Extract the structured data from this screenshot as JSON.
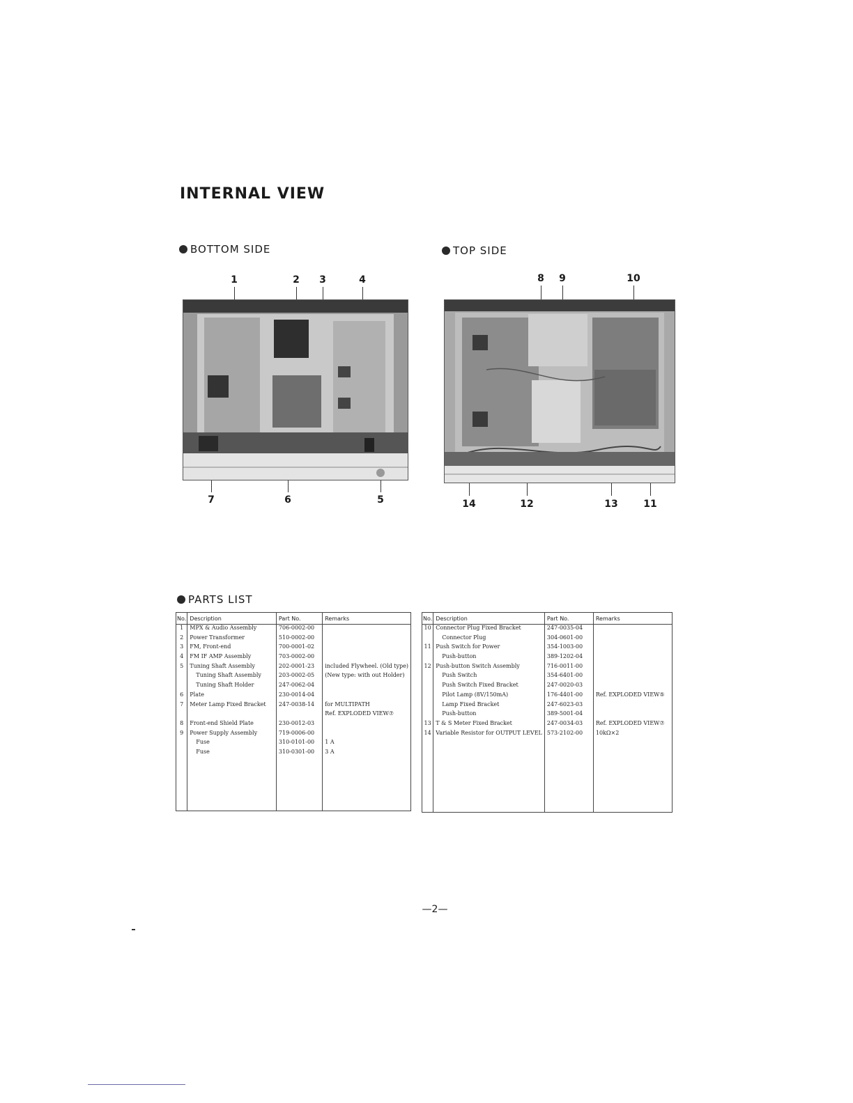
{
  "title": "INTERNAL VIEW",
  "bottom_side": {
    "heading": "BOTTOM SIDE",
    "callouts_top": [
      "1",
      "2",
      "3",
      "4"
    ],
    "callouts_bottom": [
      "7",
      "6",
      "5"
    ]
  },
  "top_side": {
    "heading": "TOP SIDE",
    "callouts_top": [
      "8",
      "9",
      "10"
    ],
    "callouts_bottom": [
      "14",
      "12",
      "13",
      "11"
    ]
  },
  "parts_list": {
    "heading": "PARTS LIST",
    "columns": [
      "No.",
      "Description",
      "Part No.",
      "Remarks"
    ],
    "left_rows": [
      {
        "no": "1",
        "desc": "MPX & Audio Assembly",
        "part": "706-0002-00",
        "remarks": ""
      },
      {
        "no": "2",
        "desc": "Power Transformer",
        "part": "510-0002-00",
        "remarks": ""
      },
      {
        "no": "3",
        "desc": "FM, Front-end",
        "part": "700-0001-02",
        "remarks": ""
      },
      {
        "no": "4",
        "desc": "FM IF AMP Assembly",
        "part": "703-0002-00",
        "remarks": ""
      },
      {
        "no": "5",
        "desc": "Tuning Shaft Assembly",
        "part": "202-0001-23",
        "remarks": "included Flywheel. (Old type)"
      },
      {
        "no": "",
        "desc": "Tuning Shaft Assembly",
        "part": "203-0002-05",
        "remarks": "(New type: with out Holder)"
      },
      {
        "no": "",
        "desc": "Tuning Shaft Holder",
        "part": "247-0062-04",
        "remarks": ""
      },
      {
        "no": "6",
        "desc": "Plate",
        "part": "230-0014-04",
        "remarks": ""
      },
      {
        "no": "7",
        "desc": "Meter Lamp Fixed Bracket",
        "part": "247-0038-14",
        "remarks": "for MULTIPATH"
      },
      {
        "no": "",
        "desc": "",
        "part": "",
        "remarks": "Ref. EXPLODED VIEW⑦"
      },
      {
        "no": "8",
        "desc": "Front-end Shield Plate",
        "part": "230-0012-03",
        "remarks": ""
      },
      {
        "no": "9",
        "desc": "Power Supply Assembly",
        "part": "719-0006-00",
        "remarks": ""
      },
      {
        "no": "",
        "desc": "Fuse",
        "part": "310-0101-00",
        "remarks": "1 A"
      },
      {
        "no": "",
        "desc": "Fuse",
        "part": "310-0301-00",
        "remarks": "3 A"
      }
    ],
    "right_rows": [
      {
        "no": "10",
        "desc": "Connector Plug Fixed Bracket",
        "part": "247-0035-04",
        "remarks": ""
      },
      {
        "no": "",
        "desc": "Connector Plug",
        "part": "304-0601-00",
        "remarks": ""
      },
      {
        "no": "11",
        "desc": "Push Switch for Power",
        "part": "354-1003-00",
        "remarks": ""
      },
      {
        "no": "",
        "desc": "Push-button",
        "part": "389-1202-04",
        "remarks": ""
      },
      {
        "no": "12",
        "desc": "Push-button Switch Assembly",
        "part": "716-0011-00",
        "remarks": ""
      },
      {
        "no": "",
        "desc": "Push Switch",
        "part": "354-6401-00",
        "remarks": ""
      },
      {
        "no": "",
        "desc": "Push Switch Fixed Bracket",
        "part": "247-0020-03",
        "remarks": ""
      },
      {
        "no": "",
        "desc": "Pilot Lamp (8V/150mA)",
        "part": "176-4401-00",
        "remarks": "Ref. EXPLODED VIEW⑤"
      },
      {
        "no": "",
        "desc": "Lamp Fixed Bracket",
        "part": "247-6023-03",
        "remarks": ""
      },
      {
        "no": "",
        "desc": "Push-button",
        "part": "389-5001-04",
        "remarks": ""
      },
      {
        "no": "13",
        "desc": "T & S Meter Fixed Bracket",
        "part": "247-0034-03",
        "remarks": "Ref. EXPLODED VIEW⑦"
      },
      {
        "no": "14",
        "desc": "Variable Resistor for OUTPUT LEVEL",
        "part": "573-2102-00",
        "remarks": "10kΩ×2"
      }
    ]
  },
  "page_number": "—2—"
}
